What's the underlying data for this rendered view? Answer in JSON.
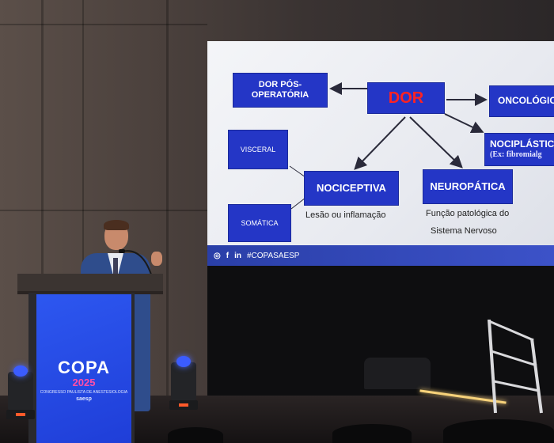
{
  "slide": {
    "title_box": "DOR",
    "top_left_box": "DOR PÓS-OPERATÓRIA",
    "top_right_box": "ONCOLÓGIC",
    "right_box": "NOCIPLÁSTIC",
    "right_box_note": "(Ex: fibromialg",
    "nociceptive_box": "NOCICEPTIVA",
    "nociceptive_caption": "Lesão ou inflamação",
    "neuropathic_box": "NEUROPÁTICA",
    "neuropathic_caption_1": "Função patológica do",
    "neuropathic_caption_2": "Sistema Nervoso",
    "visceral_box": "VISCERAL",
    "somatic_box": "SOMÁTICA",
    "footer_hashtag": "#COPASAESP",
    "footer_icons": [
      "instagram-icon",
      "facebook-icon",
      "linkedin-icon"
    ],
    "colors": {
      "box_fill": "#2436c6",
      "dor_text": "#ff2222",
      "footer_band": "#2a3fa8"
    }
  },
  "podium": {
    "logo": "COPA",
    "year": "2025",
    "subtitle": "CONGRESSO PAULISTA DE ANESTESIOLOGIA",
    "brand": "saesp",
    "panel_color": "#2d57f0",
    "year_color": "#ff4fa8"
  }
}
